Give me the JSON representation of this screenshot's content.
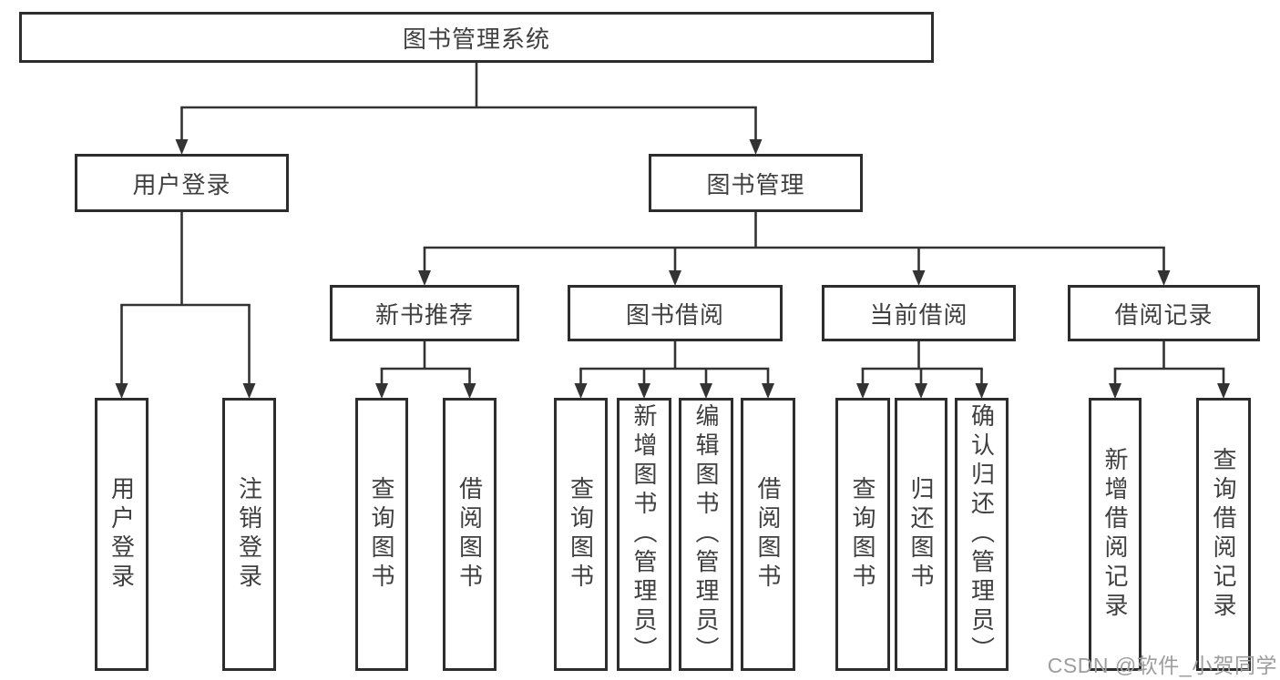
{
  "diagram": {
    "type": "tree",
    "title": "图书管理系统"
  },
  "nodes": {
    "root": {
      "label": "图书管理系统",
      "children": [
        "user_login",
        "book_mgmt"
      ]
    },
    "user_login": {
      "label": "用户登录",
      "children": [
        "leaf_user_login",
        "leaf_logout"
      ]
    },
    "book_mgmt": {
      "label": "图书管理",
      "children": [
        "new_books",
        "book_borrow",
        "current_borrow",
        "borrow_records"
      ]
    },
    "new_books": {
      "label": "新书推荐",
      "children": [
        "nb_query",
        "nb_borrow"
      ]
    },
    "book_borrow": {
      "label": "图书借阅",
      "children": [
        "bb_query",
        "bb_add",
        "bb_edit",
        "bb_borrow"
      ]
    },
    "current_borrow": {
      "label": "当前借阅",
      "children": [
        "cb_query",
        "cb_return",
        "cb_confirm"
      ]
    },
    "borrow_records": {
      "label": "借阅记录",
      "children": [
        "br_add",
        "br_query"
      ]
    },
    "leaf_user_login": {
      "label": "用户登录"
    },
    "leaf_logout": {
      "label": "注销登录"
    },
    "nb_query": {
      "label": "查询图书"
    },
    "nb_borrow": {
      "label": "借阅图书"
    },
    "bb_query": {
      "label": "查询图书"
    },
    "bb_add": {
      "label": "新增图书（管理员）"
    },
    "bb_edit": {
      "label": "编辑图书（管理员）"
    },
    "bb_borrow": {
      "label": "借阅图书"
    },
    "cb_query": {
      "label": "查询图书"
    },
    "cb_return": {
      "label": "归还图书"
    },
    "cb_confirm": {
      "label": "确认归还（管理员）"
    },
    "br_add": {
      "label": "新增借阅记录"
    },
    "br_query": {
      "label": "查询借阅记录"
    }
  },
  "watermark": {
    "text": "CSDN @软件_小贺同学"
  },
  "colors": {
    "line": "#333333",
    "border": "#2d2d2d",
    "text": "#3f3f3f",
    "watermark": "#9d9d9d",
    "background": "#ffffff"
  }
}
